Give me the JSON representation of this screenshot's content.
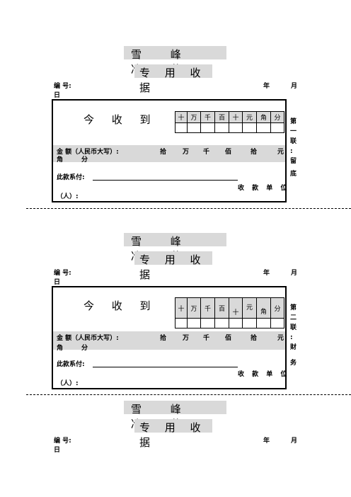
{
  "receipts": [
    {
      "company": "雪 峰 冷 藏",
      "doc_title": "专 用 收 据",
      "number_label": "编    号:",
      "year_label": "年",
      "month_label": "月",
      "day_label": "日",
      "received_label": "今  收  到",
      "digit_headers": [
        "十",
        "万",
        "千",
        "百",
        "十",
        "元",
        "角",
        "分"
      ],
      "amount_label": "金     额（人民币大写）:",
      "amount_units_row1": [
        "拾",
        "万",
        "千",
        "佰",
        "拾",
        "元"
      ],
      "amount_units_row2": [
        "角",
        "分"
      ],
      "payment_label": "此款系付:",
      "payee_label": "收 款 单 位",
      "payee_suffix": "（人）:",
      "copy_label": [
        "第",
        "一",
        "联",
        ":",
        "留",
        "底"
      ]
    },
    {
      "company": "雪 峰 冷 藏",
      "doc_title": "专 用 收 据",
      "number_label": "编    号:",
      "year_label": "年",
      "month_label": "月",
      "day_label": "日",
      "received_label": "今  收  到",
      "digit_headers": [
        "十",
        "万",
        "千",
        "百",
        "十",
        "元",
        "角",
        "分"
      ],
      "amount_label": "金     额（人民币大写）:",
      "amount_units_row1": [
        "拾",
        "万",
        "千",
        "佰",
        "拾",
        "元"
      ],
      "amount_units_row2": [
        "角",
        "分"
      ],
      "payment_label": "此款系付:",
      "payee_label": "收 款 单 位",
      "payee_suffix": "（人）:",
      "copy_label": [
        "第",
        "二",
        "联",
        ":",
        "财",
        "务"
      ]
    },
    {
      "company": "雪 峰 冷 藏",
      "doc_title": "专 用 收 据",
      "number_label": "编    号:",
      "year_label": "年",
      "month_label": "月",
      "day_label": "日"
    }
  ]
}
